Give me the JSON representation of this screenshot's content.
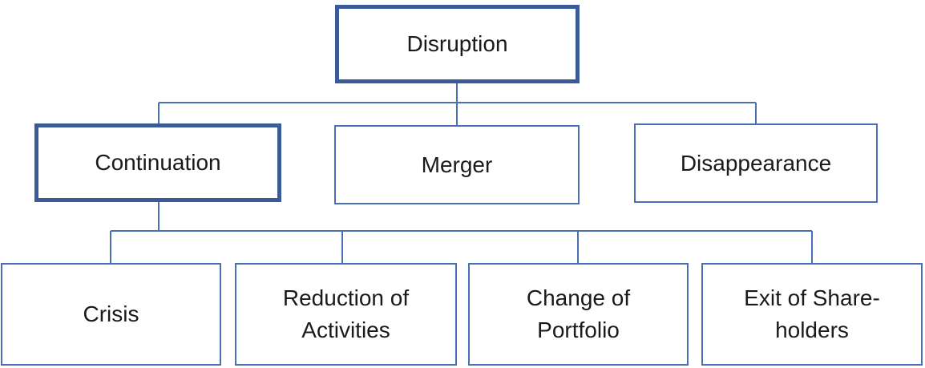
{
  "diagram": {
    "accent_color": "#4a6fb5",
    "root": {
      "label": "Disruption"
    },
    "level2": {
      "continuation": "Continuation",
      "merger": "Merger",
      "disappearance": "Disappearance"
    },
    "level3": {
      "crisis": "Crisis",
      "reduction": [
        "Reduction of",
        "Activities"
      ],
      "change": [
        "Change of",
        "Portfolio"
      ],
      "exit": [
        "Exit of Share-",
        "holders"
      ]
    }
  }
}
